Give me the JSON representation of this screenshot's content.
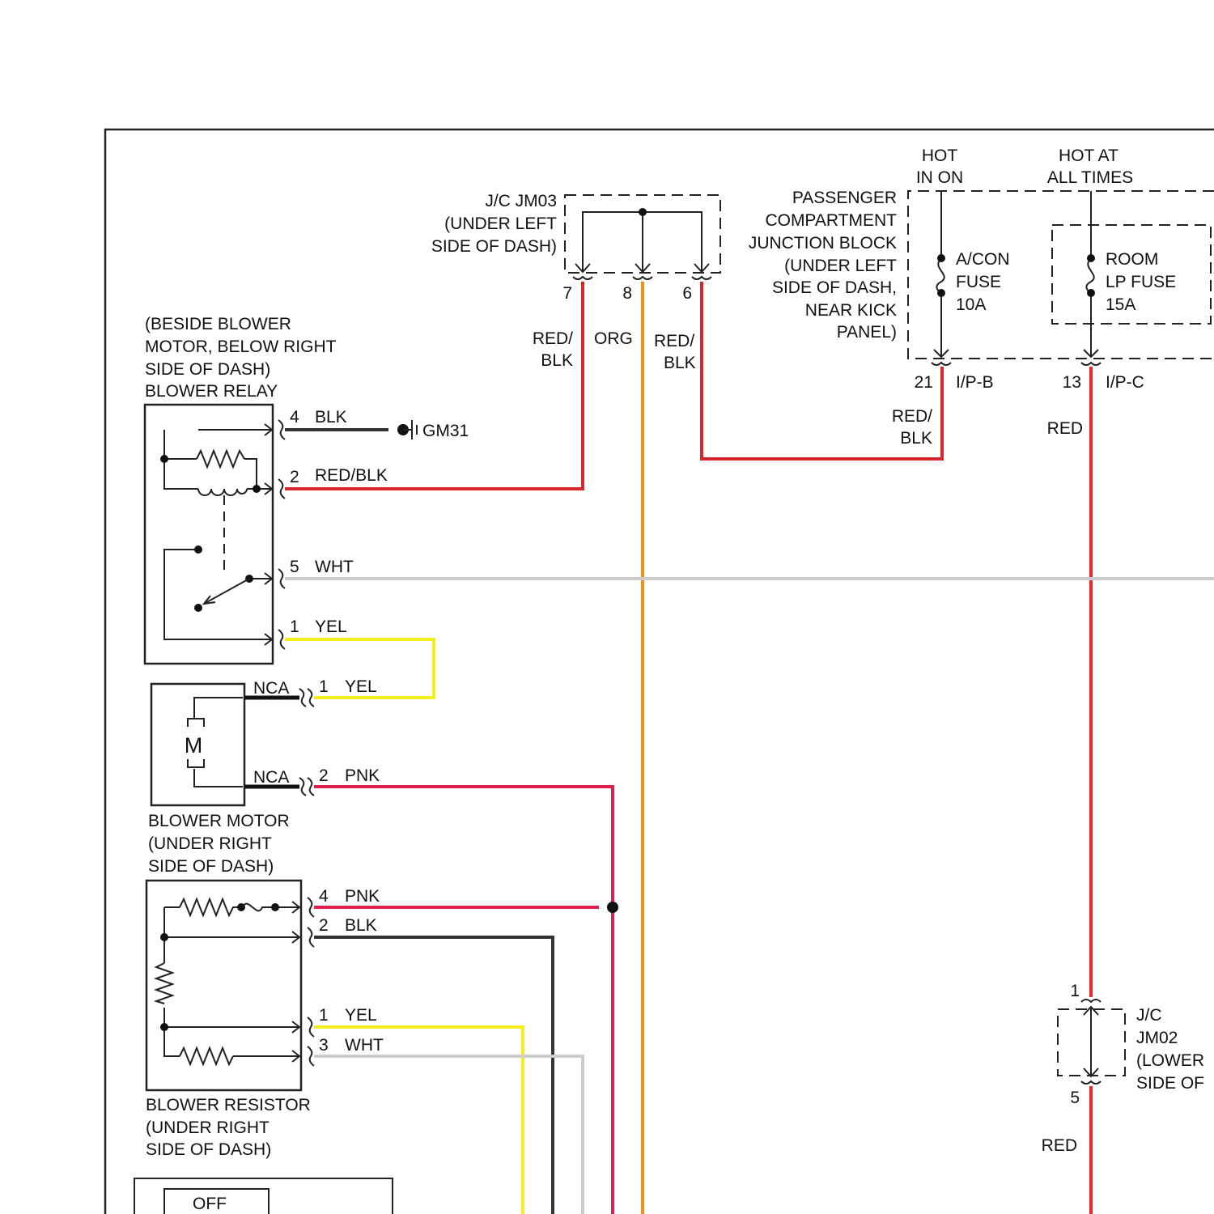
{
  "colors": {
    "RED_BLK": "#d6282a",
    "ORG": "#e8921c",
    "BLK": "#333333",
    "WHT": "#cccccc",
    "YEL": "#f4ee1c",
    "PNK": "#dc1f4d",
    "RED": "#e8282a"
  },
  "jm03": {
    "label": [
      "J/C JM03",
      "(UNDER LEFT",
      "SIDE OF DASH)"
    ],
    "pins": [
      {
        "pin": "7",
        "wire": [
          "RED/",
          "BLK"
        ]
      },
      {
        "pin": "8",
        "wire": [
          "ORG"
        ]
      },
      {
        "pin": "6",
        "wire": [
          "RED/",
          "BLK"
        ]
      }
    ]
  },
  "junction_block": {
    "label": [
      "PASSENGER",
      "COMPARTMENT",
      "JUNCTION BLOCK",
      "(UNDER LEFT",
      "SIDE OF DASH,",
      "NEAR KICK",
      "PANEL)"
    ],
    "hot_on": [
      "HOT",
      "IN ON"
    ],
    "hot_always": [
      "HOT AT",
      "ALL TIMES"
    ],
    "fuse_acon": [
      "A/CON",
      "FUSE",
      "10A"
    ],
    "fuse_room": [
      "ROOM",
      "LP FUSE",
      "15A"
    ],
    "pin_b": {
      "pin": "21",
      "conn": "I/P-B",
      "wire": [
        "RED/",
        "BLK"
      ]
    },
    "pin_c": {
      "pin": "13",
      "conn": "I/P-C",
      "wire": [
        "RED"
      ]
    }
  },
  "blower_relay": {
    "label": [
      "(BESIDE BLOWER",
      "MOTOR, BELOW RIGHT",
      "SIDE OF DASH)",
      "BLOWER RELAY"
    ],
    "pins": [
      {
        "pin": "4",
        "wire": "BLK"
      },
      {
        "pin": "2",
        "wire": "RED/BLK"
      },
      {
        "pin": "5",
        "wire": "WHT"
      },
      {
        "pin": "1",
        "wire": "YEL"
      }
    ],
    "ground": "GM31"
  },
  "blower_motor": {
    "label": [
      "BLOWER MOTOR",
      "(UNDER RIGHT",
      "SIDE OF DASH)"
    ],
    "symbol": "M",
    "pins": [
      {
        "pin": "1",
        "wire": "YEL",
        "side": "NCA"
      },
      {
        "pin": "2",
        "wire": "PNK",
        "side": "NCA"
      }
    ]
  },
  "blower_resistor": {
    "label": [
      "BLOWER RESISTOR",
      "(UNDER RIGHT",
      "SIDE OF DASH)"
    ],
    "pins": [
      {
        "pin": "4",
        "wire": "PNK"
      },
      {
        "pin": "2",
        "wire": "BLK"
      },
      {
        "pin": "1",
        "wire": "YEL"
      },
      {
        "pin": "3",
        "wire": "WHT"
      }
    ]
  },
  "jm02": {
    "label": [
      "J/C",
      "JM02",
      "(LOWER",
      "SIDE OF"
    ],
    "pin_top": "1",
    "pin_bottom": "5",
    "wire": "RED"
  },
  "switch": {
    "label": "OFF"
  }
}
